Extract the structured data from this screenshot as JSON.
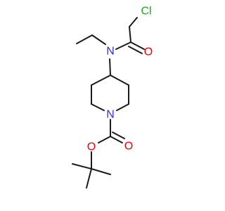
{
  "molecule": {
    "atoms": {
      "cl": {
        "label": "Cl",
        "color": "#1fa81f"
      },
      "o_amide": {
        "label": "O",
        "color": "#e8000b"
      },
      "n_amide": {
        "label": "N",
        "color": "#2f2fdb"
      },
      "n_ring": {
        "label": "N",
        "color": "#2f2fdb"
      },
      "o_carbonyl": {
        "label": "O",
        "color": "#e8000b"
      },
      "o_ester": {
        "label": "O",
        "color": "#e8000b"
      }
    },
    "bond_color": "#1a1a1a"
  }
}
